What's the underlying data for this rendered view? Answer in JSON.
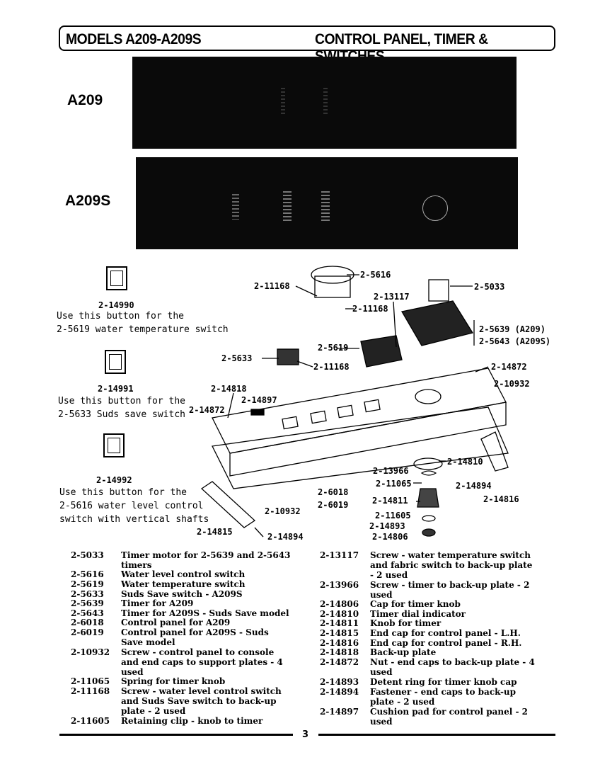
{
  "header": {
    "models": "MODELS A209-A209S",
    "title": "CONTROL PANEL, TIMER & SWITCHES"
  },
  "models": {
    "a209": "A209",
    "a209s": "A209S"
  },
  "buttons": [
    {
      "part": "2-14990",
      "note": [
        "Use this button for the",
        "2-5619 water temperature switch"
      ]
    },
    {
      "part": "2-14991",
      "note": [
        "Use this button for the",
        "2-5633 Suds save switch"
      ]
    },
    {
      "part": "2-14992",
      "note": [
        "Use this button for the",
        "2-5616 water level control",
        "switch with vertical shafts"
      ]
    }
  ],
  "callouts": {
    "c5616": "2-5616",
    "c11168a": "2-11168",
    "c13117": "2-13117",
    "c11168b": "2-11168",
    "c5033": "2-5033",
    "c5639": "2-5639 (A209)",
    "c5643": "2-5643 (A209S)",
    "c5619": "2-5619",
    "c5633": "2-5633",
    "c11168c": "2-11168",
    "c14872a": "2-14872",
    "c10932a": "2-10932",
    "c14818": "2-14818",
    "c14897": "2-14897",
    "c14872b": "2-14872",
    "c14810": "2-14810",
    "c13966": "2-13966",
    "c11065": "2-11065",
    "c14894a": "2-14894",
    "c14816": "2-14816",
    "c6018": "2-6018",
    "c6019": "2-6019",
    "c14811": "2-14811",
    "c10932b": "2-10932",
    "c11605": "2-11605",
    "c14893": "2-14893",
    "c14806": "2-14806",
    "c14815": "2-14815",
    "c14894b": "2-14894"
  },
  "parts_left": [
    {
      "num": "2-5033",
      "desc": "Timer motor for 2-5639 and 2-5643\ntimers"
    },
    {
      "num": "2-5616",
      "desc": "Water level control switch"
    },
    {
      "num": "2-5619",
      "desc": "Water temperature switch"
    },
    {
      "num": "2-5633",
      "desc": "Suds Save switch - A209S"
    },
    {
      "num": "2-5639",
      "desc": "Timer for A209"
    },
    {
      "num": "2-5643",
      "desc": "Timer for A209S - Suds Save model"
    },
    {
      "num": "2-6018",
      "desc": "Control panel for A209"
    },
    {
      "num": "2-6019",
      "desc": "Control panel for A209S - Suds\nSave model"
    },
    {
      "num": "2-10932",
      "desc": "Screw - control panel to console\nand end caps to support plates - 4\nused"
    },
    {
      "num": "2-11065",
      "desc": "Spring for timer knob"
    },
    {
      "num": "2-11168",
      "desc": "Screw - water level control switch\nand Suds Save switch to back-up\nplate - 2 used"
    },
    {
      "num": "2-11605",
      "desc": "Retaining clip - knob to timer"
    }
  ],
  "parts_right": [
    {
      "num": "2-13117",
      "desc": "Screw - water temperature switch\nand fabric switch to back-up plate\n- 2 used"
    },
    {
      "num": "2-13966",
      "desc": "Screw - timer to back-up plate - 2\nused"
    },
    {
      "num": "2-14806",
      "desc": "Cap for timer knob"
    },
    {
      "num": "2-14810",
      "desc": "Timer dial indicator"
    },
    {
      "num": "2-14811",
      "desc": "Knob for timer"
    },
    {
      "num": "2-14815",
      "desc": "End cap for control panel - L.H."
    },
    {
      "num": "2-14816",
      "desc": "End cap for control panel - R.H."
    },
    {
      "num": "2-14818",
      "desc": "Back-up plate"
    },
    {
      "num": "2-14872",
      "desc": "Nut - end caps to back-up plate - 4\nused"
    },
    {
      "num": "2-14893",
      "desc": "Detent ring for timer knob cap"
    },
    {
      "num": "2-14894",
      "desc": "Fastener - end caps to back-up\nplate - 2 used"
    },
    {
      "num": "2-14897",
      "desc": "Cushion pad for control panel - 2\nused"
    }
  ],
  "page_number": "3"
}
